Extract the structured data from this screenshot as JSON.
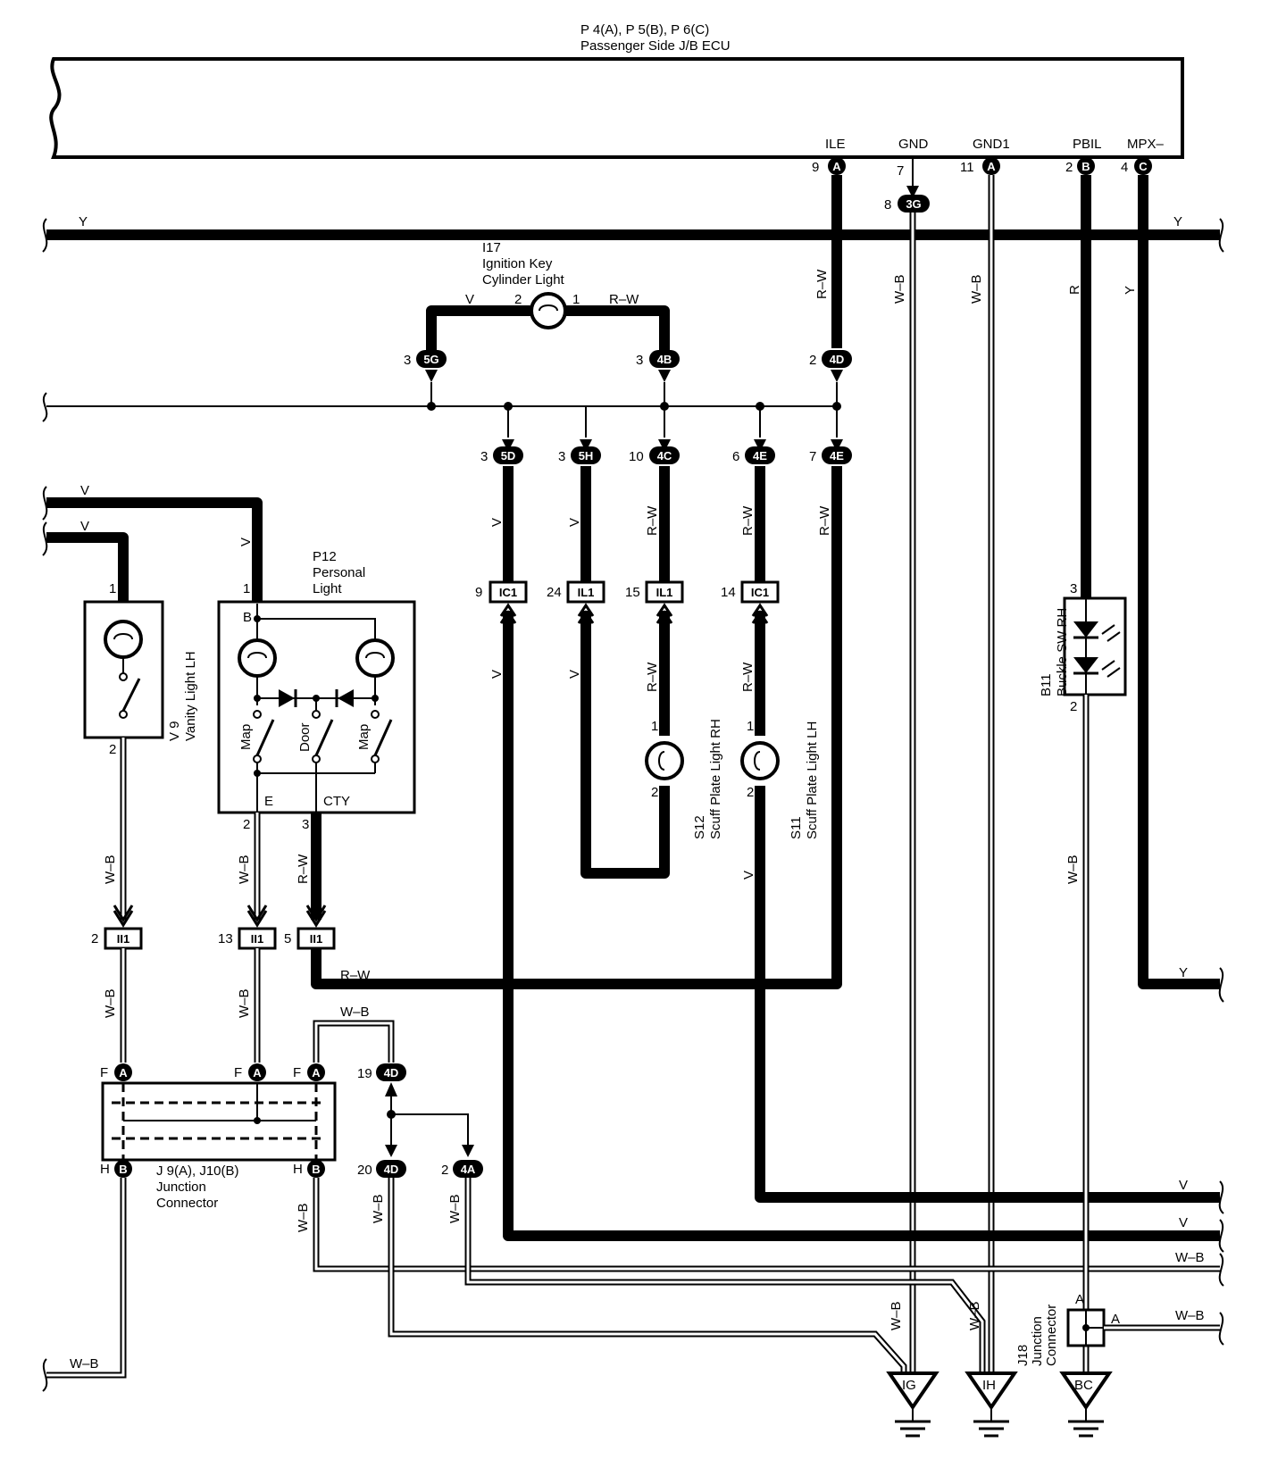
{
  "ecu": {
    "title_line1": "P 4(A), P 5(B), P 6(C)",
    "title_line2": "Passenger Side J/B ECU",
    "pins": [
      {
        "name": "ILE",
        "num": "9",
        "conn": "A"
      },
      {
        "name": "GND",
        "num": "7",
        "conn": ""
      },
      {
        "name": "GND1",
        "num": "11",
        "conn": "A"
      },
      {
        "name": "PBIL",
        "num": "2",
        "conn": "B"
      },
      {
        "name": "MPX–",
        "num": "4",
        "conn": "C"
      }
    ]
  },
  "wire_colors": {
    "y": "Y",
    "v": "V",
    "rw": "R–W",
    "wb": "W–B",
    "r": "R"
  },
  "junction_conns": {
    "c3g": {
      "pin": "8",
      "id": "3G"
    },
    "c5g": {
      "pin": "3",
      "id": "5G"
    },
    "c4b_top": {
      "pin": "3",
      "id": "4B"
    },
    "c4d_top": {
      "pin": "2",
      "id": "4D"
    },
    "c5d": {
      "pin": "3",
      "id": "5D"
    },
    "c5h": {
      "pin": "3",
      "id": "5H"
    },
    "c4c": {
      "pin": "10",
      "id": "4C"
    },
    "c4e_a": {
      "pin": "6",
      "id": "4E"
    },
    "c4e_b": {
      "pin": "7",
      "id": "4E"
    },
    "c4d_19": {
      "pin": "19",
      "id": "4D"
    },
    "c4d_20": {
      "pin": "20",
      "id": "4D"
    },
    "c4a": {
      "pin": "2",
      "id": "4A"
    }
  },
  "inline_conns": {
    "ic1_9": {
      "pin": "9",
      "id": "IC1"
    },
    "il1_24": {
      "pin": "24",
      "id": "IL1"
    },
    "il1_15": {
      "pin": "15",
      "id": "IL1"
    },
    "ic1_14": {
      "pin": "14",
      "id": "IC1"
    },
    "ii1_2": {
      "pin": "2",
      "id": "II1"
    },
    "ii1_13": {
      "pin": "13",
      "id": "II1"
    },
    "ii1_5": {
      "pin": "5",
      "id": "II1"
    }
  },
  "components": {
    "i17": {
      "code": "I17",
      "name1": "Ignition Key",
      "name2": "Cylinder Light",
      "pin_left": "2",
      "pin_right": "1"
    },
    "p12": {
      "code": "P12",
      "name1": "Personal",
      "name2": "Light",
      "pin1": "1",
      "pin_b": "B",
      "pin_e": "E",
      "pin_cty": "CTY",
      "pin2": "2",
      "pin3": "3",
      "sw_map1": "Map",
      "sw_door": "Door",
      "sw_map2": "Map"
    },
    "v9": {
      "code": "V 9",
      "name": "Vanity Light LH",
      "pin1": "1",
      "pin2": "2"
    },
    "s12": {
      "code": "S12",
      "name": "Scuff Plate Light RH",
      "pin1": "1",
      "pin2": "2"
    },
    "s11": {
      "code": "S11",
      "name": "Scuff Plate Light LH",
      "pin1": "1",
      "pin2": "2"
    },
    "b11": {
      "code": "B11",
      "name": "Buckle SW RH",
      "pin3": "3",
      "pin2": "2"
    },
    "j9": {
      "name1": "J 9(A), J10(B)",
      "name2": "Junction",
      "name3": "Connector",
      "pin_f": "F",
      "pin_h": "H",
      "conn_a": "A",
      "conn_b": "B"
    },
    "j18": {
      "code": "J18",
      "name1": "Junction",
      "name2": "Connector",
      "pin_a": "A"
    }
  },
  "grounds": {
    "ig": "IG",
    "ih": "IH",
    "bc": "BC"
  }
}
